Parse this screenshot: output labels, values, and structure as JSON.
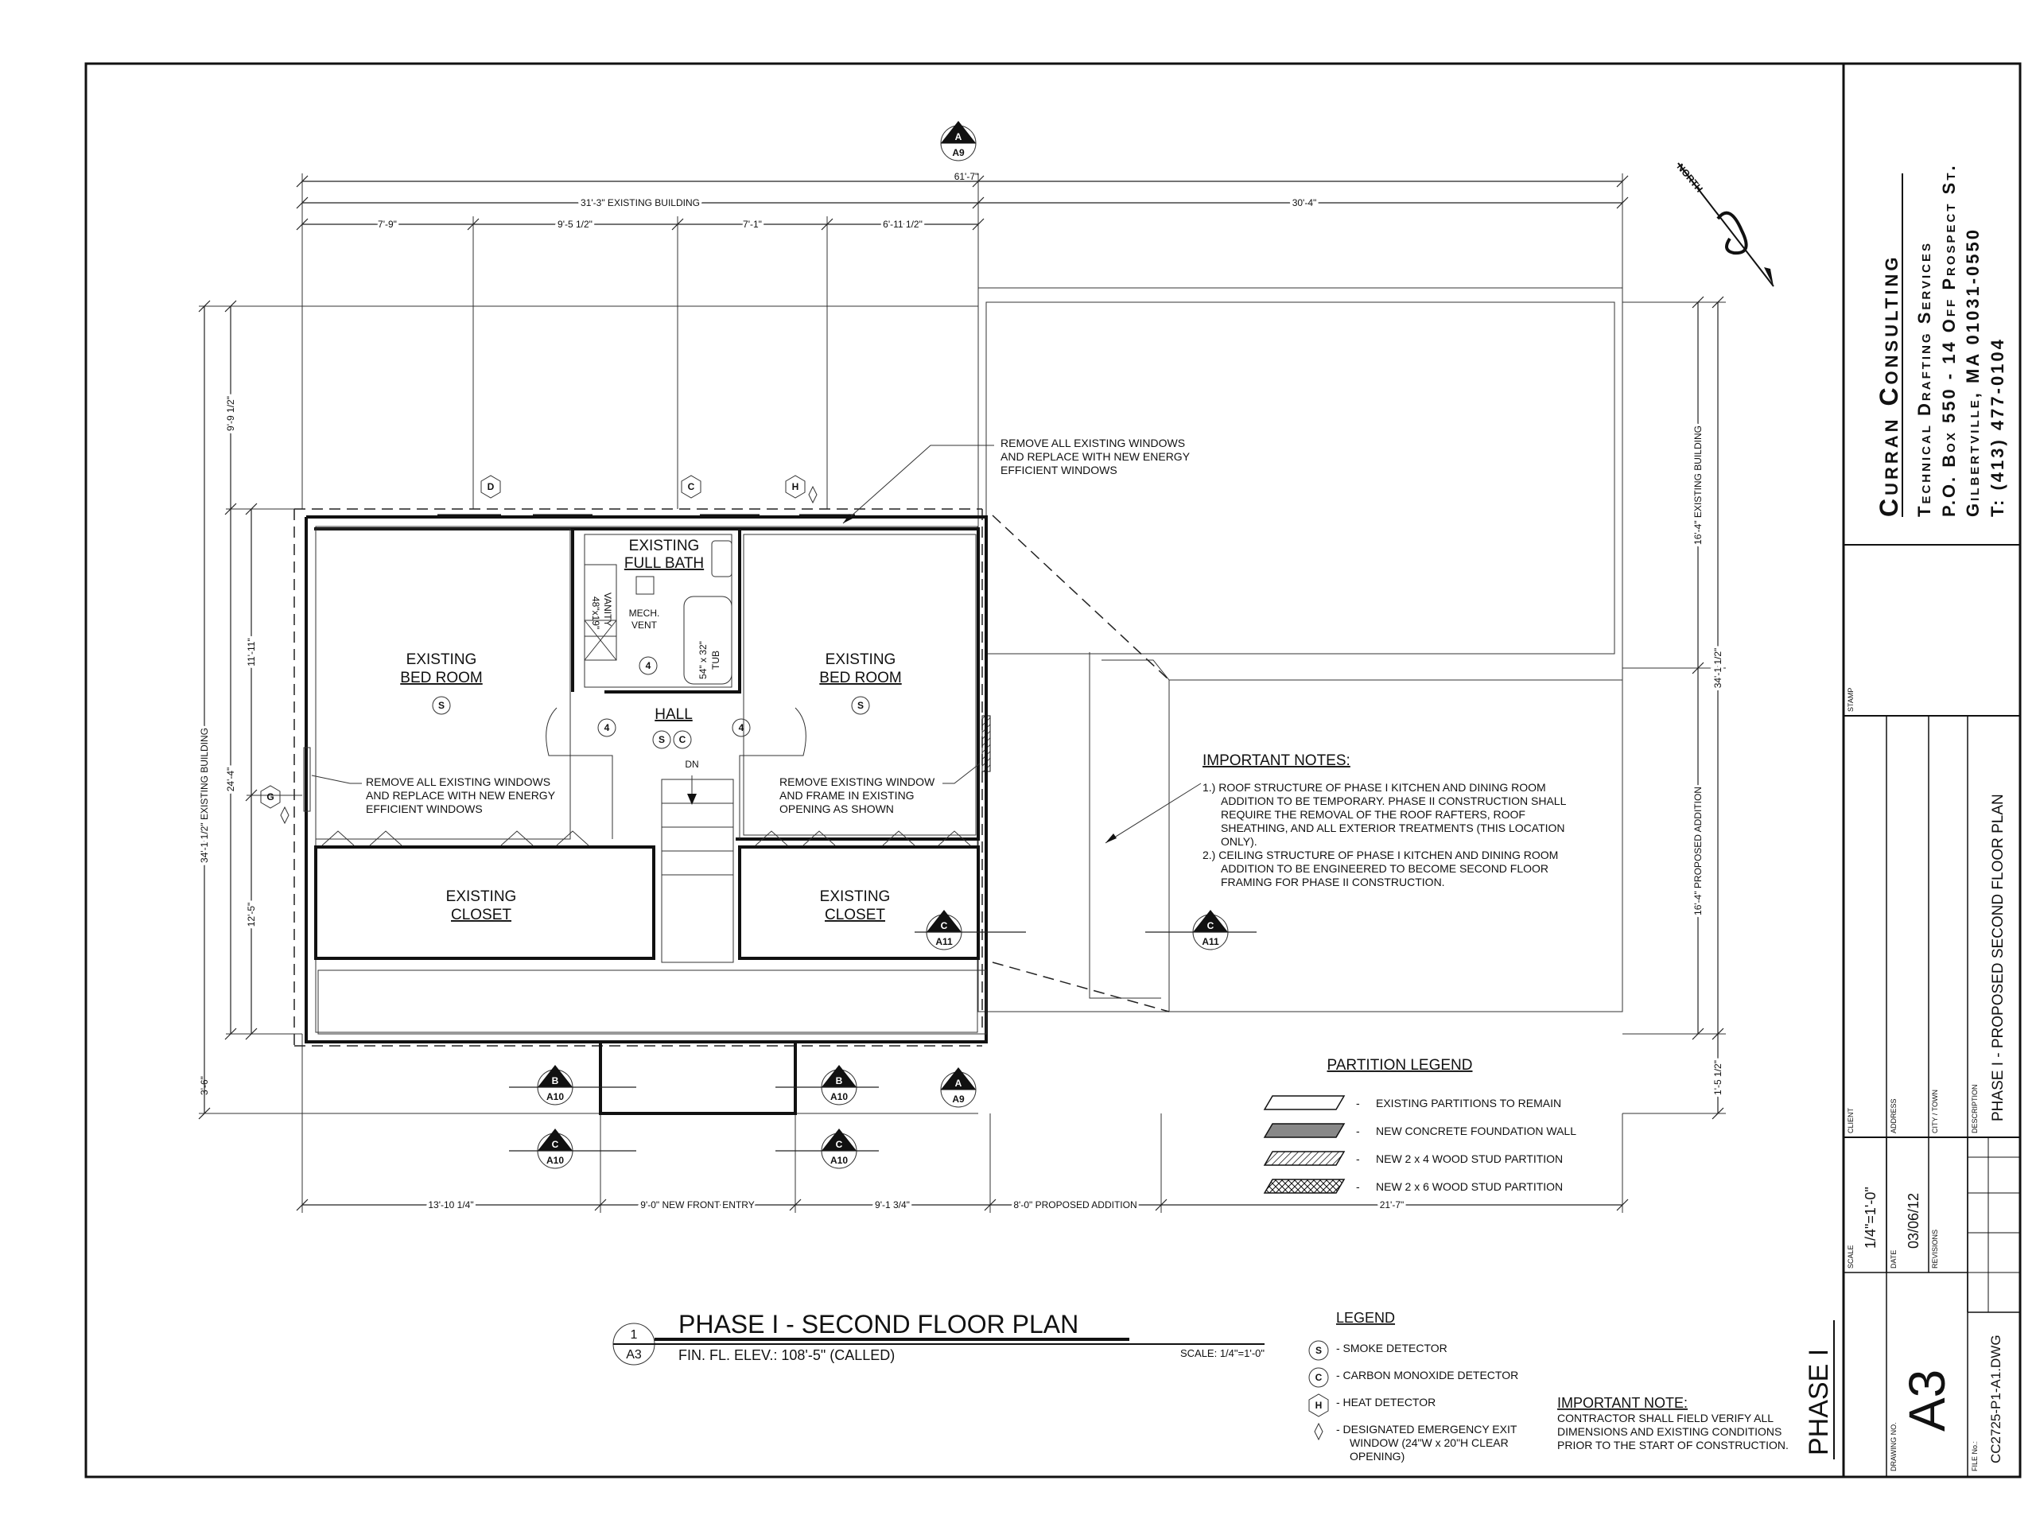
{
  "company": {
    "name": "Curran Consulting",
    "services": "Technical Drafting Services",
    "address1": "P.O. Box 550 - 14 Off Prospect St.",
    "address2": "Gilbertville, MA 01031-0550",
    "phone": "T: (413) 477-0104"
  },
  "title_block": {
    "stamp_label": "STAMP",
    "client_label": "CLIENT",
    "address_label": "ADDRESS",
    "city_label": "CITY / TOWN",
    "description_label": "DESCRIPTION",
    "description": "PHASE I - PROPOSED SECOND FLOOR PLAN",
    "scale_label": "SCALE",
    "scale": "1/4\"=1'-0\"",
    "date_label": "DATE",
    "date": "03/06/12",
    "revisions_label": "REVISIONS",
    "drawing_no_label": "DRAWING NO.",
    "drawing_no": "A3",
    "file_label": "FILE No.:",
    "file_no": "CC2725-P1-A1.DWG",
    "phase": "PHASE I"
  },
  "plan_title": {
    "number": "1",
    "sheet": "A3",
    "title": "PHASE I - SECOND FLOOR PLAN",
    "subtitle": "FIN. FL. ELEV.: 108'-5\" (CALLED)",
    "scale": "SCALE: 1/4\"=1'-0\""
  },
  "dimensions": {
    "overall": "61'-7\"",
    "existing_building": "31'-3\" EXISTING BUILDING",
    "addition_top": "30'-4\"",
    "d1": "7'-9\"",
    "d2": "9'-5 1/2\"",
    "d3": "7'-1\"",
    "d4": "6'-11 1/2\"",
    "left_overall": "34'-1 1/2\" EXISTING BUILDING",
    "left_a": "9'-9 1/2\"",
    "left_b": "11'-11\"",
    "left_c": "24'-4\"",
    "left_d": "12'-5\"",
    "left_e": "3'-6\"",
    "right_a": "16'-4\" EXISTING BUILDING",
    "right_b": "34'-1 1/2\"",
    "right_c": "16'-4\" PROPOSED ADDITION",
    "right_d": "1'-5 1/2\"",
    "bot1": "13'-10 1/4\"",
    "bot2": "9'-0\" NEW FRONT ENTRY",
    "bot3": "9'-1 3/4\"",
    "bot4": "8'-0\" PROPOSED ADDITION",
    "bot5": "21'-7\""
  },
  "rooms": {
    "bed1_a": "EXISTING",
    "bed1_b": "BED ROOM",
    "bed2_a": "EXISTING",
    "bed2_b": "BED ROOM",
    "bath_a": "EXISTING",
    "bath_b": "FULL BATH",
    "closet1_a": "EXISTING",
    "closet1_b": "CLOSET",
    "closet2_a": "EXISTING",
    "closet2_b": "CLOSET",
    "hall": "HALL",
    "dn": "DN",
    "mech_a": "MECH.",
    "mech_b": "VENT",
    "vanity_a": "48\"x19\"",
    "vanity_b": "VANITY",
    "tub_a": "54\" x 32\"",
    "tub_b": "TUB"
  },
  "callouts": {
    "top_a": "REMOVE ALL EXISTING WINDOWS",
    "top_b": "AND REPLACE WITH NEW ENERGY",
    "top_c": "EFFICIENT WINDOWS",
    "left_a": "REMOVE ALL EXISTING WINDOWS",
    "left_b": "AND REPLACE WITH NEW ENERGY",
    "left_c": "EFFICIENT WINDOWS",
    "right_a": "REMOVE EXISTING WINDOW",
    "right_b": "AND FRAME IN EXISTING",
    "right_c": "OPENING AS SHOWN"
  },
  "important_notes": {
    "title": "IMPORTANT NOTES:",
    "l1": "1.) ROOF STRUCTURE OF PHASE I KITCHEN AND DINING ROOM",
    "l2": "ADDITION TO BE TEMPORARY. PHASE II CONSTRUCTION SHALL",
    "l3": "REQUIRE THE REMOVAL OF THE ROOF RAFTERS, ROOF",
    "l4": "SHEATHING, AND ALL EXTERIOR TREATMENTS (THIS LOCATION",
    "l5": "ONLY).",
    "l6": "2.) CEILING STRUCTURE OF PHASE I KITCHEN AND DINING ROOM",
    "l7": "ADDITION TO BE ENGINEERED TO BECOME SECOND FLOOR",
    "l8": "FRAMING FOR PHASE II CONSTRUCTION."
  },
  "partition_legend": {
    "title": "PARTITION LEGEND",
    "items": [
      "EXISTING PARTITIONS TO REMAIN",
      "NEW CONCRETE FOUNDATION WALL",
      "NEW 2 x 4 WOOD STUD PARTITION",
      "NEW 2 x 6 WOOD STUD PARTITION"
    ]
  },
  "legend": {
    "title": "LEGEND",
    "smoke": "- SMOKE DETECTOR",
    "co": "- CARBON MONOXIDE DETECTOR",
    "heat": "- HEAT DETECTOR",
    "egress_a": "- DESIGNATED EMERGENCY EXIT",
    "egress_b": "WINDOW (24\"W x 20\"H CLEAR",
    "egress_c": "OPENING)"
  },
  "important_note": {
    "title": "IMPORTANT NOTE:",
    "l1": "CONTRACTOR SHALL FIELD VERIFY ALL",
    "l2": "DIMENSIONS AND EXISTING CONDITIONS",
    "l3": "PRIOR TO THE START OF CONSTRUCTION."
  },
  "symbols": {
    "s": "S",
    "c": "C",
    "h": "H",
    "heat4": "4",
    "north": "NORTH",
    "win_d": "D",
    "win_c": "C",
    "win_h": "H",
    "win_g": "G",
    "sec_a": "A",
    "sec_a9": "A9",
    "sec_b": "B",
    "sec_a10": "A10",
    "sec_c": "C",
    "sec_a11": "A11"
  }
}
